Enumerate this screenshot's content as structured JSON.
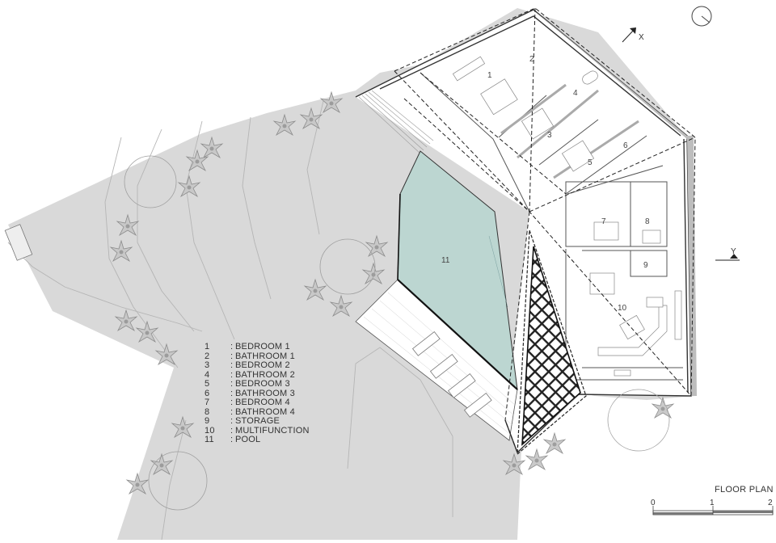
{
  "title": "FLOOR PLAN",
  "scale": {
    "labels": [
      "0",
      "1",
      "2"
    ]
  },
  "axes": {
    "x": "X",
    "y": "Y"
  },
  "legend": [
    {
      "num": "1",
      "name": "BEDROOM 1"
    },
    {
      "num": "2",
      "name": "BATHROOM 1"
    },
    {
      "num": "3",
      "name": "BEDROOM 2"
    },
    {
      "num": "4",
      "name": "BATHROOM 2"
    },
    {
      "num": "5",
      "name": "BEDROOM 3"
    },
    {
      "num": "6",
      "name": "BATHROOM 3"
    },
    {
      "num": "7",
      "name": "BEDROOM 4"
    },
    {
      "num": "8",
      "name": "BATHROOM 4"
    },
    {
      "num": "9",
      "name": "STORAGE"
    },
    {
      "num": "10",
      "name": "MULTIFUNCTION"
    },
    {
      "num": "11",
      "name": "POOL"
    }
  ],
  "room_labels": [
    "1",
    "2",
    "3",
    "4",
    "5",
    "6",
    "7",
    "8",
    "9",
    "10",
    "11"
  ],
  "colors": {
    "site": "#d9d9d9",
    "pool": "#bcd6d1",
    "line": "#333333",
    "tree": "#999999"
  }
}
